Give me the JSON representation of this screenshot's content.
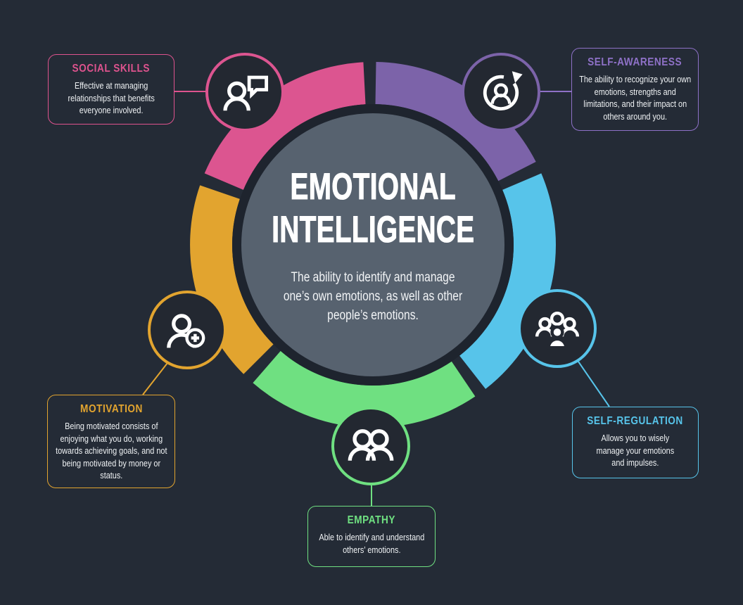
{
  "center": {
    "title_line1": "EMOTIONAL",
    "title_line2": "INTELLIGENCE",
    "subtitle": "The ability to identify and manage one’s own emotions, as well as other people’s emotions."
  },
  "nodes": [
    {
      "id": "social-skills",
      "label": "SOCIAL SKILLS",
      "description": "Effective at managing relationships that benefits everyone involved.",
      "accent": "#DE538E",
      "ring_color": "#DC5590",
      "icon": "person-speech-bubble-icon"
    },
    {
      "id": "self-awareness",
      "label": "SELF-AWARENESS",
      "description": "The ability to recognize your own emotions, strengths and limitations, and their impact on others around you.",
      "accent": "#8E71C7",
      "ring_color": "#7C63A9",
      "icon": "person-cycle-arrow-icon"
    },
    {
      "id": "self-regulation",
      "label": "SELF-REGULATION",
      "description": "Allows you to wisely manage your emotions and impulses.",
      "accent": "#57C4EA",
      "ring_color": "#57C4EA",
      "icon": "people-group-icon"
    },
    {
      "id": "empathy",
      "label": "EMPATHY",
      "description": "Able to identify and understand others’ emotions.",
      "accent": "#6FE081",
      "ring_color": "#6FE081",
      "icon": "two-people-icon"
    },
    {
      "id": "motivation",
      "label": "MOTIVATION",
      "description": "Being motivated consists of enjoying what you do, working towards achieving goals, and not being motivated by money or status.",
      "accent": "#E2A42F",
      "ring_color": "#E2A42F",
      "icon": "person-plus-icon"
    }
  ],
  "colors": {
    "background": "#242B36",
    "center_fill": "#57626F",
    "dark_outline": "#1E242E",
    "icon_circle_fill": "#232831",
    "title_text": "#FFFFFF",
    "body_text": "#EFF2F4"
  }
}
